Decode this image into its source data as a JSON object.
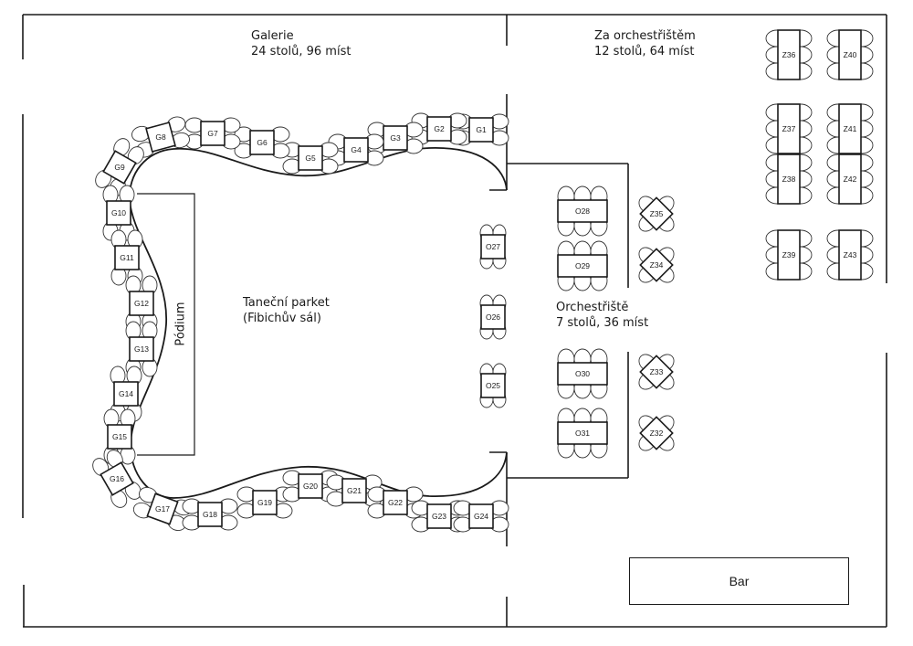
{
  "rooms": {
    "galerie": {
      "name": "Galerie",
      "summary": "24 stolů, 96 míst"
    },
    "za_orchestristem": {
      "name": "Za orchestřištěm",
      "summary": "12 stolů, 64 míst"
    },
    "orchestriste": {
      "name": "Orchestřiště",
      "summary": "7 stolů, 36 míst"
    },
    "tanecni_parket": {
      "name": "Taneční parket",
      "subtitle": "(Fibichův sál)"
    },
    "podium": {
      "name": "Pódium"
    },
    "bar": {
      "name": "Bar"
    }
  },
  "tables": {
    "galerie": [
      "G1",
      "G2",
      "G3",
      "G4",
      "G5",
      "G6",
      "G7",
      "G8",
      "G9",
      "G10",
      "G11",
      "G12",
      "G13",
      "G14",
      "G15",
      "G16",
      "G17",
      "G18",
      "G19",
      "G20",
      "G21",
      "G22",
      "G23",
      "G24"
    ],
    "orchestriste": [
      "O25",
      "O26",
      "O27",
      "O28",
      "O29",
      "O30",
      "O31"
    ],
    "za_orchestristem": [
      "Z32",
      "Z33",
      "Z34",
      "Z35",
      "Z36",
      "Z37",
      "Z38",
      "Z39",
      "Z40",
      "Z41",
      "Z42",
      "Z43"
    ]
  },
  "colors": {
    "line": "#1a1a1a",
    "background": "#ffffff"
  }
}
